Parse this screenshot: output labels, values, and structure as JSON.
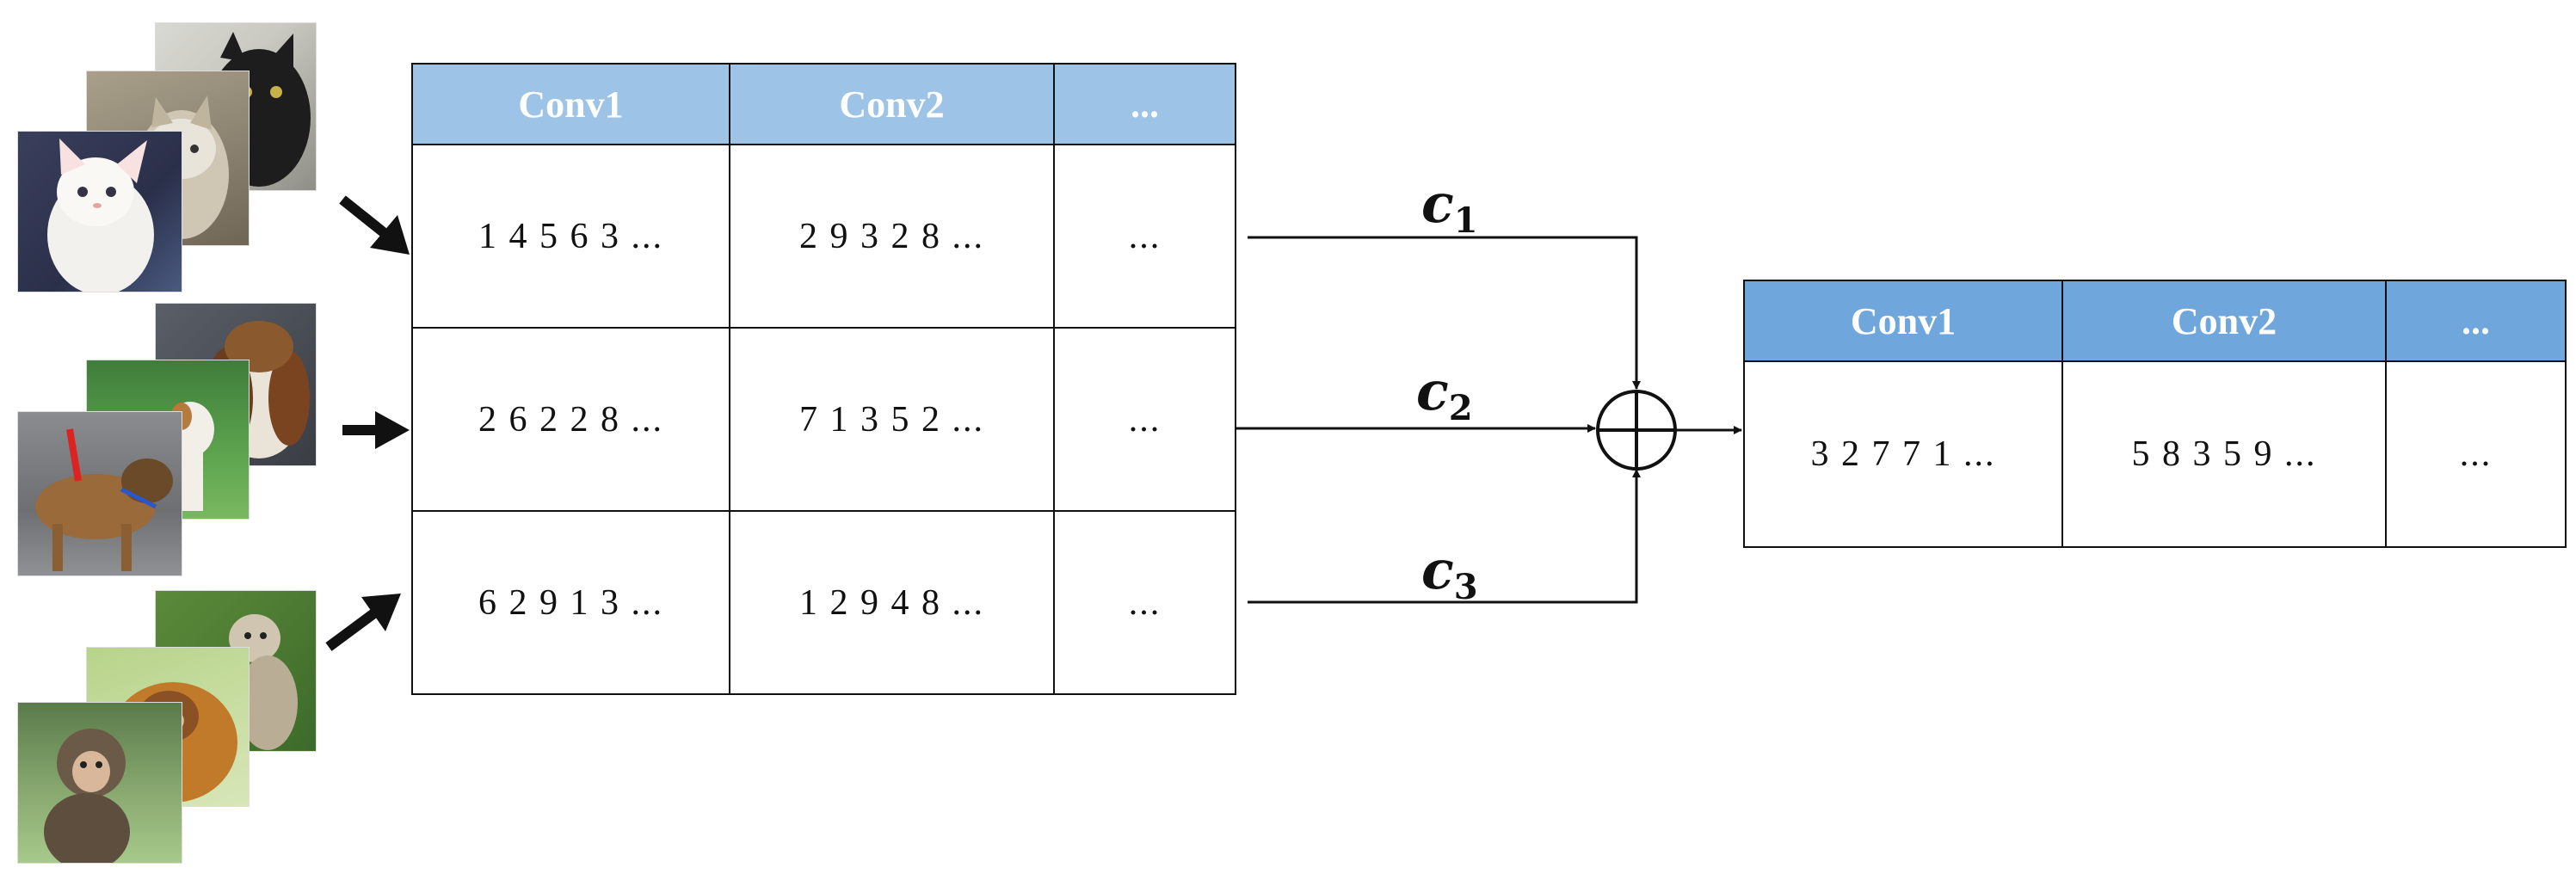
{
  "colors": {
    "header_left": "#9dc3e6",
    "header_right": "#6fa6dc",
    "line": "#111111"
  },
  "image_groups": [
    {
      "name": "cats",
      "icons": [
        "black-cat-photo",
        "tabby-kitten-photo",
        "white-kitten-photo"
      ]
    },
    {
      "name": "dogs",
      "icons": [
        "basset-hound-photo",
        "puppy-on-grass-photo",
        "shepherd-dog-photo"
      ]
    },
    {
      "name": "monkeys",
      "icons": [
        "monkey-forest-photo",
        "orangutan-photo",
        "macaque-photo"
      ]
    }
  ],
  "left_table": {
    "headers": [
      "Conv1",
      "Conv2",
      "..."
    ],
    "rows": [
      [
        "1 4 5 6 3 ...",
        "2 9 3 2 8 ...",
        "..."
      ],
      [
        "2 6 2 2 8 ...",
        "7 1 3 5 2 ...",
        "..."
      ],
      [
        "6 2 9 1 3 ...",
        "1 2 9 4 8 ...",
        "..."
      ]
    ]
  },
  "coefficients": [
    {
      "symbol": "c",
      "sub": "1"
    },
    {
      "symbol": "c",
      "sub": "2"
    },
    {
      "symbol": "c",
      "sub": "3"
    }
  ],
  "sum_icon": "circled-plus-icon",
  "right_table": {
    "headers": [
      "Conv1",
      "Conv2",
      "..."
    ],
    "rows": [
      [
        "3 2 7 7 1 ...",
        "5 8 3 5 9 ...",
        "..."
      ]
    ]
  }
}
